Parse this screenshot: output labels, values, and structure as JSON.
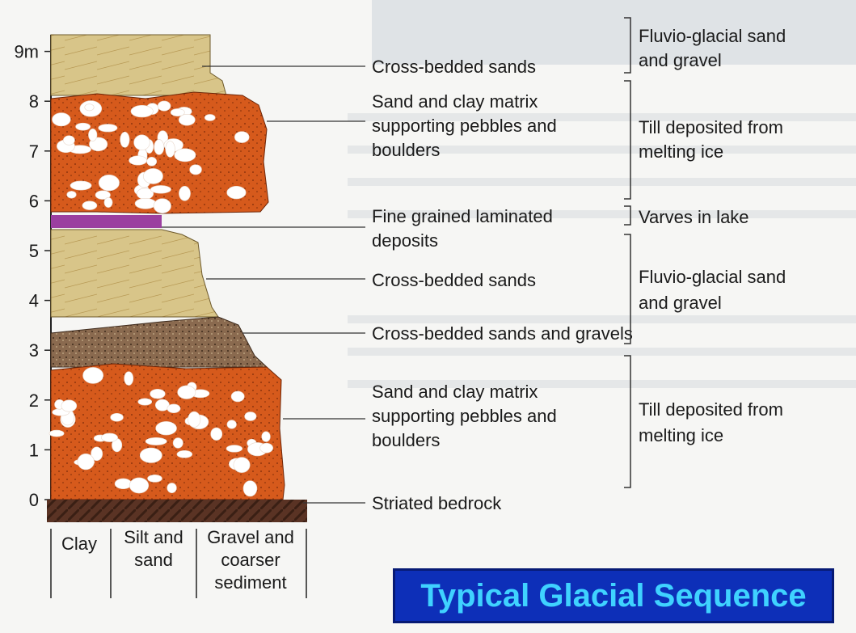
{
  "axis": {
    "unit_label": "9m",
    "ticks": [
      "0",
      "1",
      "2",
      "3",
      "4",
      "5",
      "6",
      "7",
      "8"
    ]
  },
  "grain_size_columns": [
    "Clay",
    "Silt and sand",
    "Gravel and coarser sediment"
  ],
  "layers": [
    {
      "description": "Striated bedrock",
      "type": "bedrock"
    },
    {
      "description": "Sand and clay matrix supporting pebbles and boulders",
      "type": "till",
      "bottom_m": 0,
      "top_m": 2.8
    },
    {
      "description": "Cross-bedded sands and gravels",
      "type": "sand-gravel",
      "bottom_m": 2.8,
      "top_m": 3.4
    },
    {
      "description": "Cross-bedded sands",
      "type": "sand",
      "bottom_m": 3.4,
      "top_m": 5.5
    },
    {
      "description": "Fine grained laminated deposits",
      "type": "laminated",
      "bottom_m": 5.5,
      "top_m": 5.75
    },
    {
      "description": "Sand and clay matrix supporting pebbles and boulders",
      "type": "till",
      "bottom_m": 5.75,
      "top_m": 8.1
    },
    {
      "description": "Cross-bedded sands",
      "type": "sand",
      "bottom_m": 8.1,
      "top_m": 9.3
    }
  ],
  "labels": {
    "cross_bedded_top": "Cross-bedded sands",
    "till_upper_line1": "Sand and clay matrix",
    "till_upper_line2": "supporting pebbles and",
    "till_upper_line3": "boulders",
    "fine_line1": "Fine grained laminated",
    "fine_line2": "deposits",
    "cross_bedded_mid": "Cross-bedded sands",
    "sands_gravels": "Cross-bedded sands and gravels",
    "till_lower_line1": "Sand and clay matrix",
    "till_lower_line2": "supporting pebbles and",
    "till_lower_line3": "boulders",
    "bedrock": "Striated bedrock"
  },
  "environments": {
    "fluvio_top_line1": "Fluvio-glacial sand",
    "fluvio_top_line2": "and gravel",
    "till_upper_line1": "Till deposited from",
    "till_upper_line2": "melting ice",
    "varves": "Varves in lake",
    "fluvio_mid_line1": "Fluvio-glacial sand",
    "fluvio_mid_line2": "and gravel",
    "till_lower_line1": "Till deposited from",
    "till_lower_line2": "melting ice"
  },
  "columns_text": {
    "clay": "Clay",
    "silt_line1": "Silt and",
    "silt_line2": "sand",
    "gravel_line1": "Gravel and",
    "gravel_line2": "coarser",
    "gravel_line3": "sediment"
  },
  "banner_title": "Typical Glacial Sequence",
  "colors": {
    "sand": "#d8c589",
    "till": "#d65a1c",
    "laminated": "#9b3fa0",
    "sand_gravel": "#8a6a4f",
    "bedrock": "#5a3324",
    "banner_bg": "#0d2fb8",
    "banner_text": "#3fd2ff"
  }
}
